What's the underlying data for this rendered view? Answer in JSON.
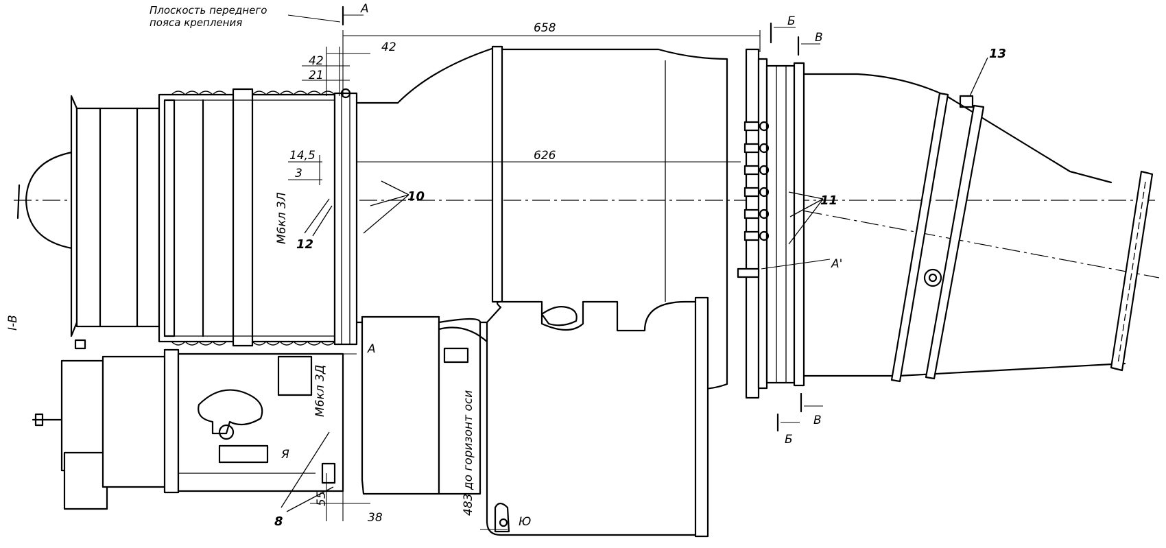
{
  "notes": {
    "front_mount_plane_line1": "Плоскость переднего",
    "front_mount_plane_line2": "пояса крепления",
    "to_horizontal_axis": "483 до горизонт оси"
  },
  "dimensions": {
    "d658": "658",
    "d626": "626",
    "d42a": "42",
    "d42b": "42",
    "d21": "21",
    "d14_5": "14,5",
    "d3": "3",
    "d55": "55",
    "d38": "38"
  },
  "threads": {
    "upper": "М6кл 3Л",
    "lower": "М6кл 3Д"
  },
  "section_marks": {
    "a_top": "А",
    "a_mid": "А",
    "a_prime": "А'",
    "b_top": "Б",
    "b_bottom": "Б",
    "v_top": "В",
    "v_bottom": "В",
    "ya": "Я",
    "yu": "Ю",
    "left_mark": "I-В"
  },
  "callouts": {
    "c8": "8",
    "c10": "10",
    "c11": "11",
    "c12": "12",
    "c13": "13"
  }
}
